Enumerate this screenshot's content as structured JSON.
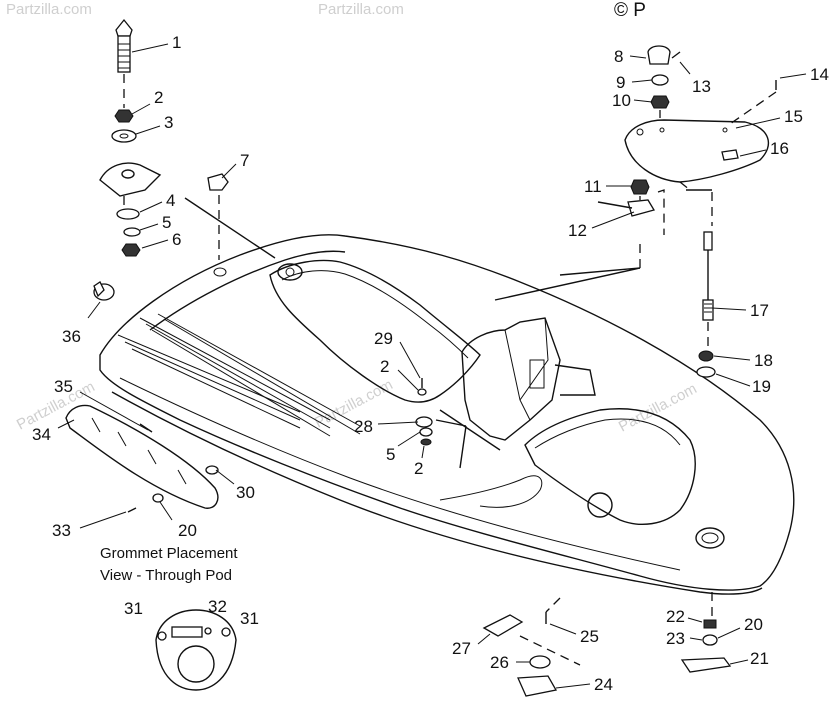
{
  "copyright": "© P",
  "watermark": "Partzilla.com",
  "caption": {
    "line1": "Grommet Placement",
    "line2": "View - Through Pod"
  },
  "callouts": {
    "c1": "1",
    "c2a": "2",
    "c3": "3",
    "c4": "4",
    "c5a": "5",
    "c6": "6",
    "c7": "7",
    "c8": "8",
    "c9": "9",
    "c10": "10",
    "c11": "11",
    "c12": "12",
    "c13": "13",
    "c14": "14",
    "c15": "15",
    "c16": "16",
    "c17": "17",
    "c18": "18",
    "c19": "19",
    "c20a": "20",
    "c20b": "20",
    "c21": "21",
    "c22": "22",
    "c23": "23",
    "c24": "24",
    "c25": "25",
    "c26": "26",
    "c27": "27",
    "c28": "28",
    "c29": "29",
    "c2b": "2",
    "c2c": "2",
    "c5b": "5",
    "c30": "30",
    "c31a": "31",
    "c31b": "31",
    "c32": "32",
    "c33": "33",
    "c34": "34",
    "c35": "35",
    "c36": "36"
  }
}
